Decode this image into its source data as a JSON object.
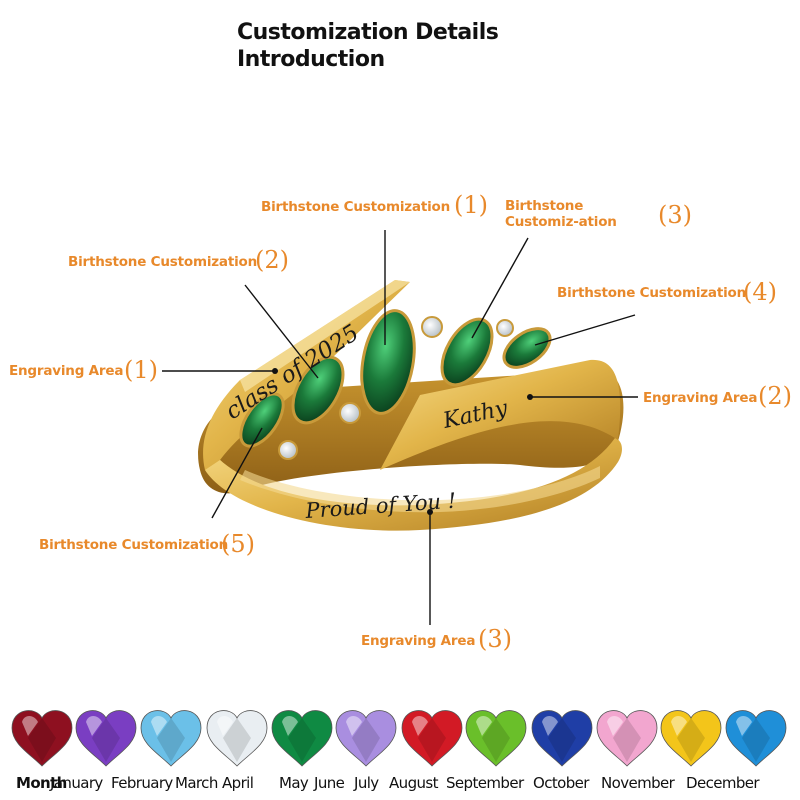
{
  "title": {
    "line1": "Customization Details",
    "line2": "Introduction"
  },
  "callouts": [
    {
      "id": "birthstone-1",
      "label": "Birthstone Customization",
      "num": "(1)"
    },
    {
      "id": "birthstone-2",
      "label": "Birthstone Customization",
      "num": "(2)"
    },
    {
      "id": "birthstone-3",
      "label": "Birthstone Customiz-ation",
      "num": "(3)"
    },
    {
      "id": "birthstone-4",
      "label": "Birthstone Customization",
      "num": "(4)"
    },
    {
      "id": "birthstone-5",
      "label": "Birthstone Customization",
      "num": "(5)"
    },
    {
      "id": "engraving-1",
      "label": "Engraving Area",
      "num": "(1)"
    },
    {
      "id": "engraving-2",
      "label": "Engraving Area",
      "num": "(2)"
    },
    {
      "id": "engraving-3",
      "label": "Engraving Area",
      "num": "(3)"
    }
  ],
  "engravings": {
    "top": "class of 2025",
    "side": "Kathy",
    "band": "Proud of You !"
  },
  "colors": {
    "accent": "#e8892b",
    "gold": "#e2b54a",
    "gem": "#1b7a3a"
  },
  "months": {
    "header": "Month",
    "names": [
      "January",
      "February",
      "March",
      "April",
      "May",
      "June",
      "July",
      "August",
      "September",
      "October",
      "November",
      "December"
    ]
  },
  "birthstones": [
    {
      "month": "January",
      "color": "#8e1020"
    },
    {
      "month": "February",
      "color": "#7a3ec2"
    },
    {
      "month": "March",
      "color": "#6bc0e8"
    },
    {
      "month": "April",
      "color": "#e9eef2"
    },
    {
      "month": "May",
      "color": "#0f8a43"
    },
    {
      "month": "June",
      "color": "#a98ee0"
    },
    {
      "month": "July",
      "color": "#d21a25"
    },
    {
      "month": "August",
      "color": "#6abf2a"
    },
    {
      "month": "September",
      "color": "#1f3ea6"
    },
    {
      "month": "October",
      "color": "#f2a6cf"
    },
    {
      "month": "November",
      "color": "#f3c51a"
    },
    {
      "month": "December",
      "color": "#1f8fd8"
    }
  ]
}
